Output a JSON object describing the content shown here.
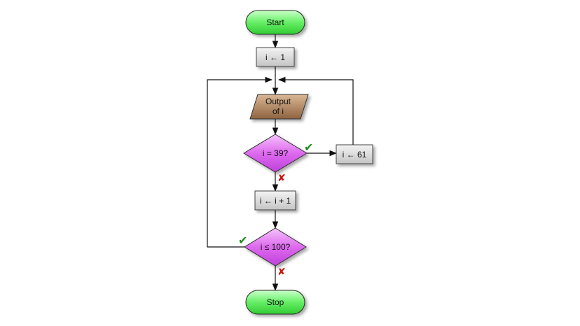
{
  "nodes": {
    "start": "Start",
    "init": "i ← 1",
    "output_line1": "Output",
    "output_line2": "of i",
    "check39": "i = 39?",
    "jump": "i ← 61",
    "increment": "i ← i + 1",
    "check100": "i ≤ 100?",
    "stop": "Stop"
  },
  "marks": {
    "yes": "✔",
    "no": "✘"
  },
  "colors": {
    "terminal": "#5ee65e",
    "process": "#d6d6d6",
    "io": "#a87d5a",
    "decision": "#dd66ee",
    "edge": "#111111"
  }
}
